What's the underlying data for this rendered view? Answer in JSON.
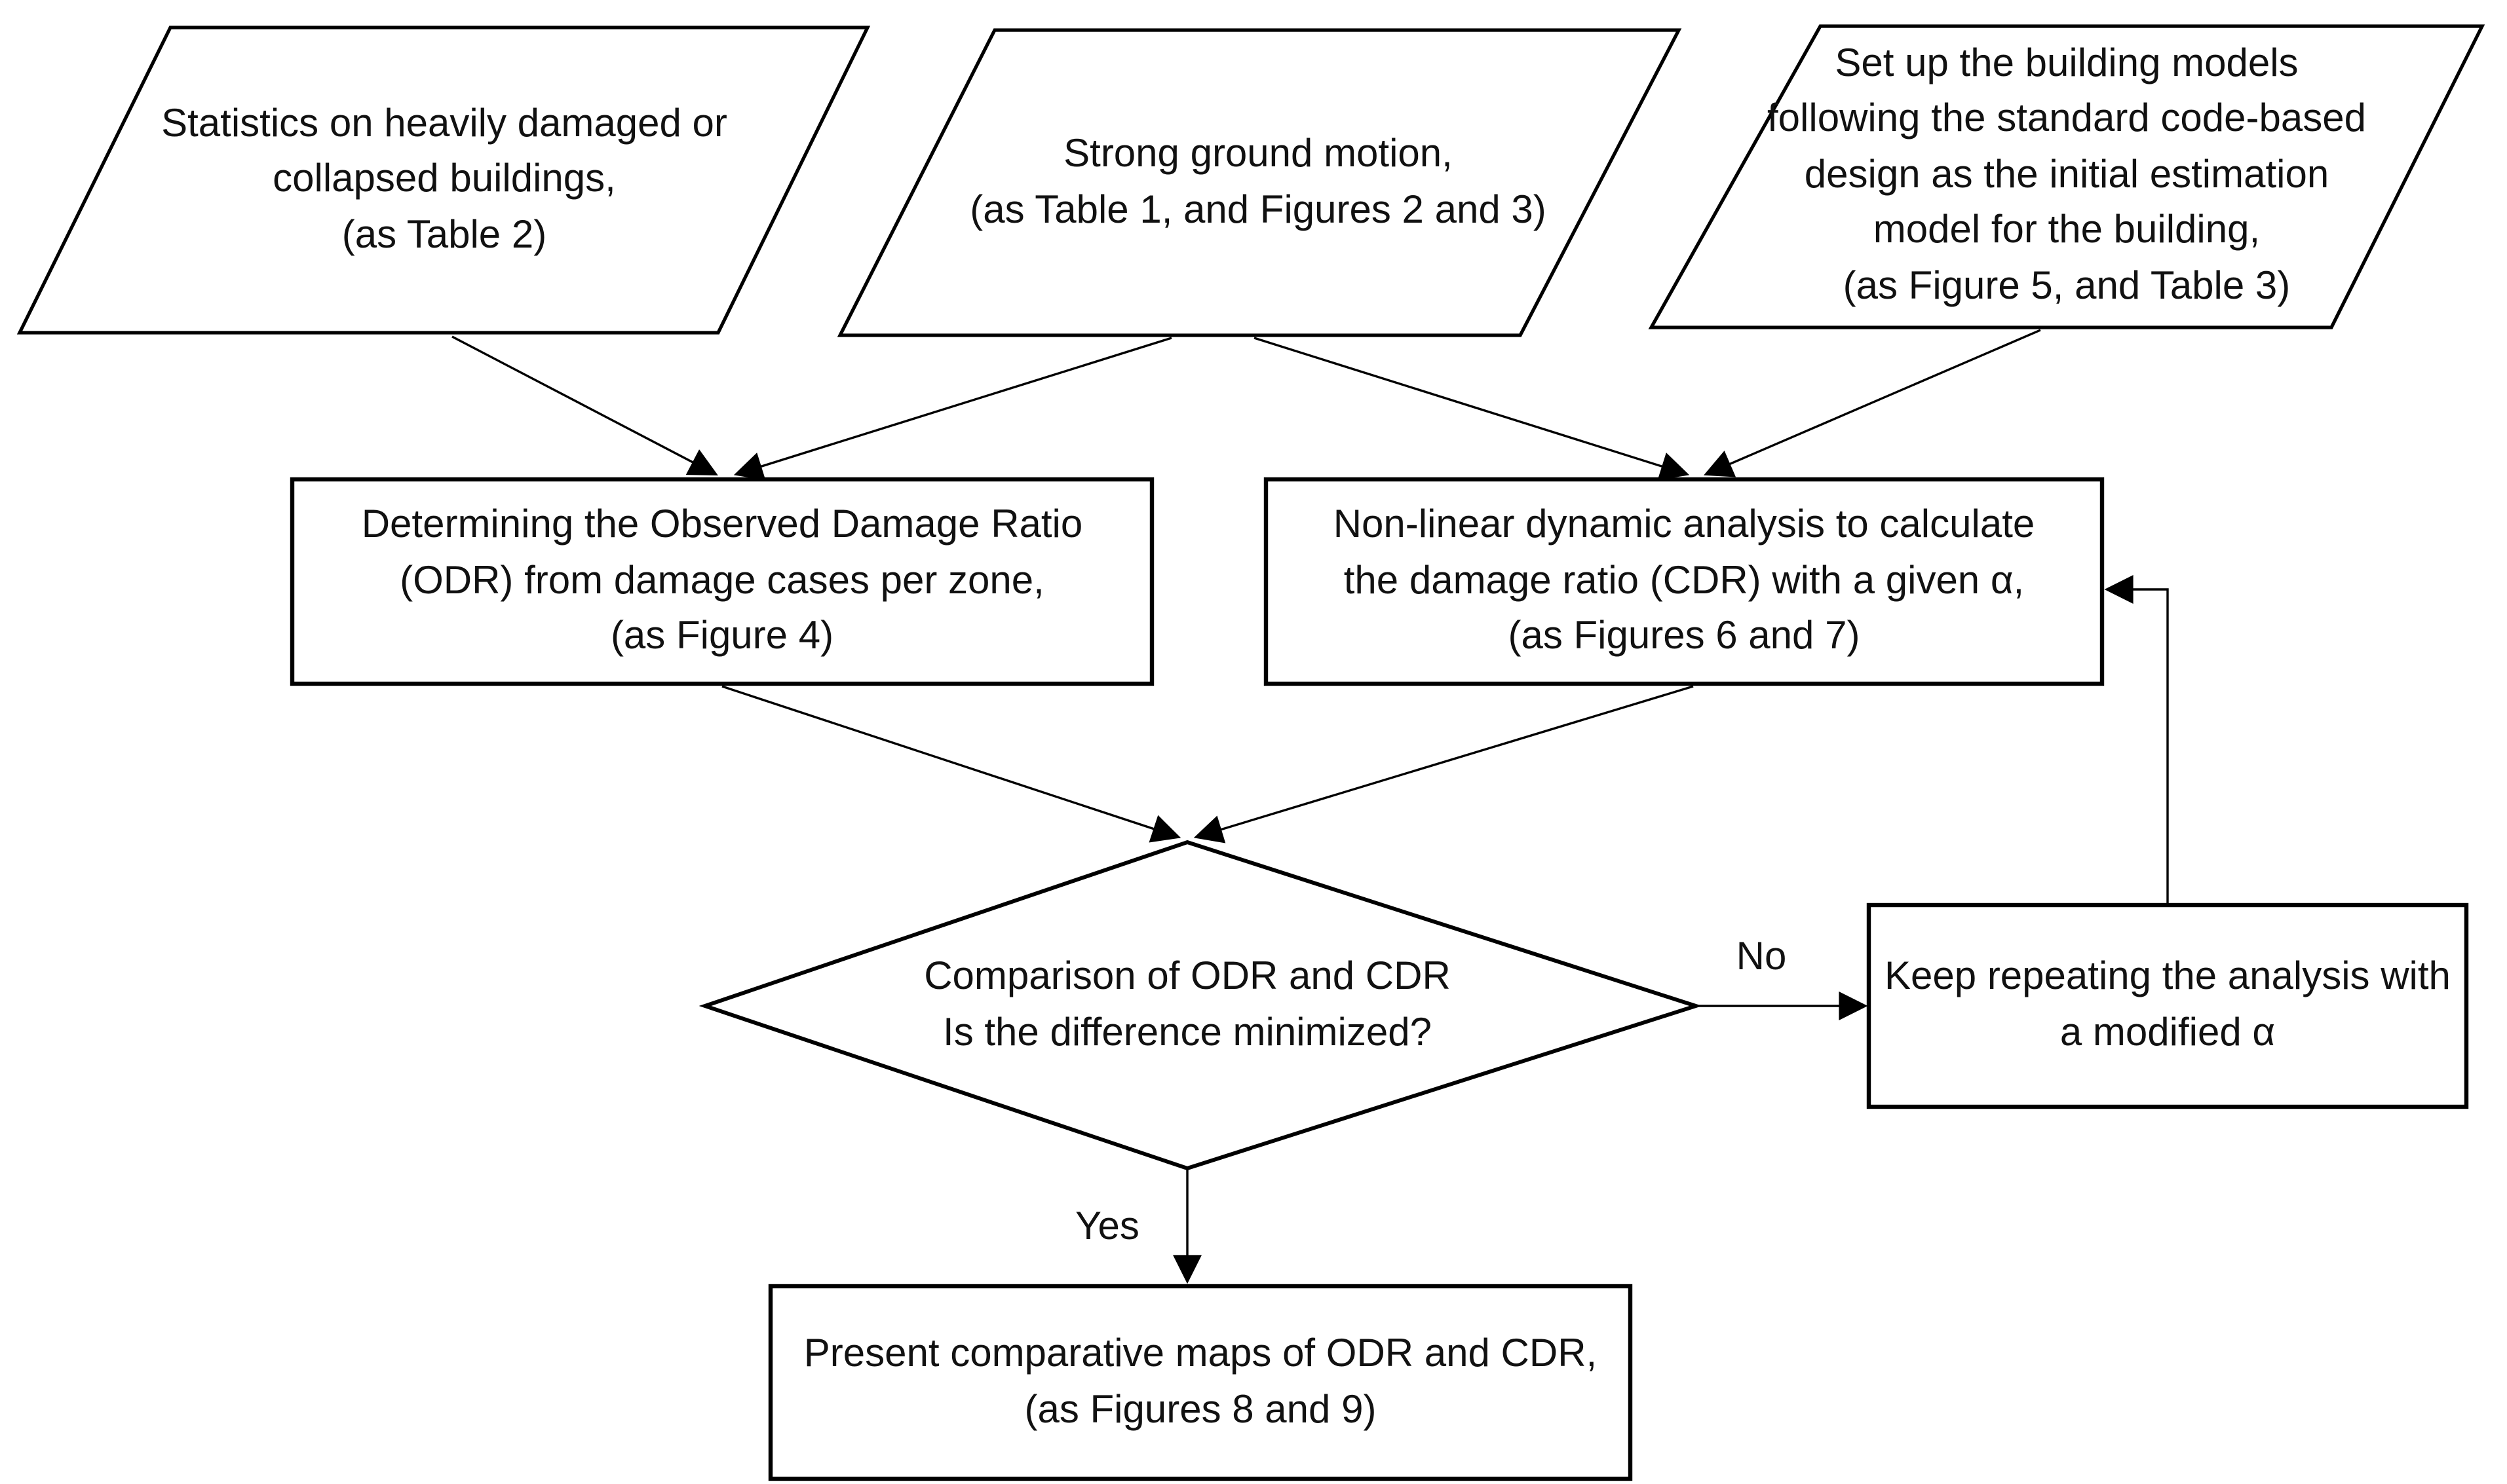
{
  "diagram": {
    "type": "flowchart",
    "background": "#ffffff",
    "stroke_color": "#000000",
    "text_color": "#111111"
  },
  "nodes": {
    "statistics": {
      "shape": "parallelogram",
      "label": "Statistics on heavily damaged or\ncollapsed buildings,\n(as Table 2)"
    },
    "ground_motion": {
      "shape": "parallelogram",
      "label": "Strong ground motion,\n(as Table 1, and Figures 2 and 3)"
    },
    "building_models": {
      "shape": "parallelogram",
      "label": "Set up the building models\nfollowing the standard code-based\ndesign as the initial estimation\nmodel for the building,\n(as Figure 5, and Table 3)"
    },
    "odr": {
      "shape": "rectangle",
      "label": "Determining the Observed Damage Ratio\n(ODR) from damage cases per zone,\n(as Figure 4)"
    },
    "cdr": {
      "shape": "rectangle",
      "label": "Non-linear dynamic analysis to calculate\nthe damage ratio (CDR) with a given α,\n(as Figures 6 and 7)"
    },
    "comparison": {
      "shape": "diamond",
      "label": "Comparison of ODR and CDR\nIs the difference minimized?"
    },
    "repeat": {
      "shape": "rectangle",
      "label": "Keep repeating the analysis with\na modified α"
    },
    "present": {
      "shape": "rectangle",
      "label": "Present comparative maps of ODR and CDR,\n(as Figures 8 and 9)"
    }
  },
  "edges": {
    "no_label": "No",
    "yes_label": "Yes"
  }
}
